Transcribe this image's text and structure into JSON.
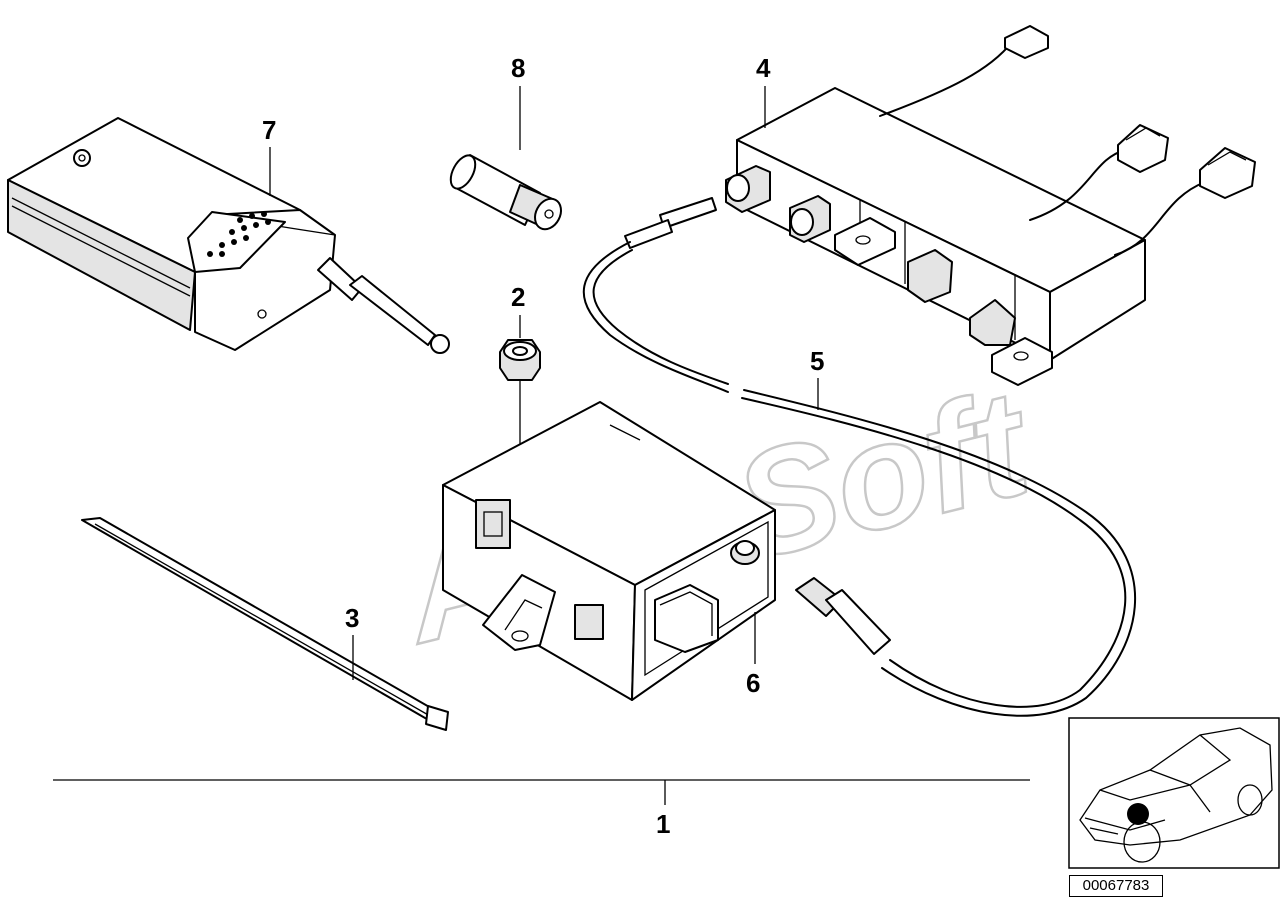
{
  "callouts": {
    "c1": "1",
    "c2": "2",
    "c3": "3",
    "c4": "4",
    "c5": "5",
    "c6": "6",
    "c7": "7",
    "c8": "8"
  },
  "watermark": "AutoSoft",
  "diagram_ref": "00067783"
}
